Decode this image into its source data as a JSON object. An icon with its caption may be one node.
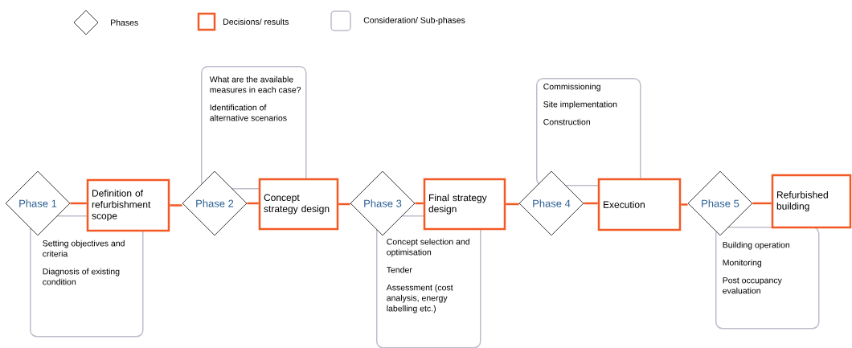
{
  "diagram": {
    "nodes": [
      {
        "text": [
          "Phase 1"
        ]
      },
      {
        "text": [
          "Definition of refurbishment scope"
        ]
      },
      {
        "text": [
          "Setting objectives and criteria",
          "Diagnosis of existing condition"
        ]
      },
      {
        "text": [
          "What are the available measures in each case?",
          "Identification of alternative scenarios"
        ]
      },
      {
        "text": [
          "Phase 2"
        ]
      },
      {
        "text": [
          "Concept strategy design"
        ]
      },
      {
        "text": [
          "Phase 3"
        ]
      },
      {
        "text": [
          "Final strategy design"
        ]
      },
      {
        "text": [
          "Concept selection and optimisation",
          "Tender",
          "Assessment (cost analysis, energy labelling etc.)"
        ]
      },
      {
        "text": [
          "Commissioning",
          "Site implementation",
          "Construction"
        ]
      },
      {
        "text": [
          "Phase 4"
        ]
      },
      {
        "text": [
          "Execution"
        ]
      },
      {
        "text": [
          "Phase 5"
        ]
      },
      {
        "text": [
          "Refurbished building"
        ]
      },
      {
        "text": [
          "Building operation",
          "Monitoring",
          "Post occupancy evaluation"
        ]
      }
    ],
    "edges": [
      {
        "from": 0,
        "to": 1,
        "arrow": "none"
      },
      {
        "from": 1,
        "to": 4,
        "arrow": "none"
      },
      {
        "from": 4,
        "to": 5,
        "arrow": "none"
      },
      {
        "from": 5,
        "to": 6,
        "arrow": "none"
      },
      {
        "from": 6,
        "to": 7,
        "arrow": "none"
      },
      {
        "from": 7,
        "to": 10,
        "arrow": "none"
      },
      {
        "from": 10,
        "to": 11,
        "arrow": "none"
      },
      {
        "from": 11,
        "to": 12,
        "arrow": "none"
      },
      {
        "from": 12,
        "to": 13,
        "arrow": "none"
      }
    ],
    "legend": [
      {
        "text": "Phases"
      },
      {
        "text": "Decisions/ results"
      },
      {
        "text": "Consideration/ Sub-phases"
      }
    ]
  }
}
